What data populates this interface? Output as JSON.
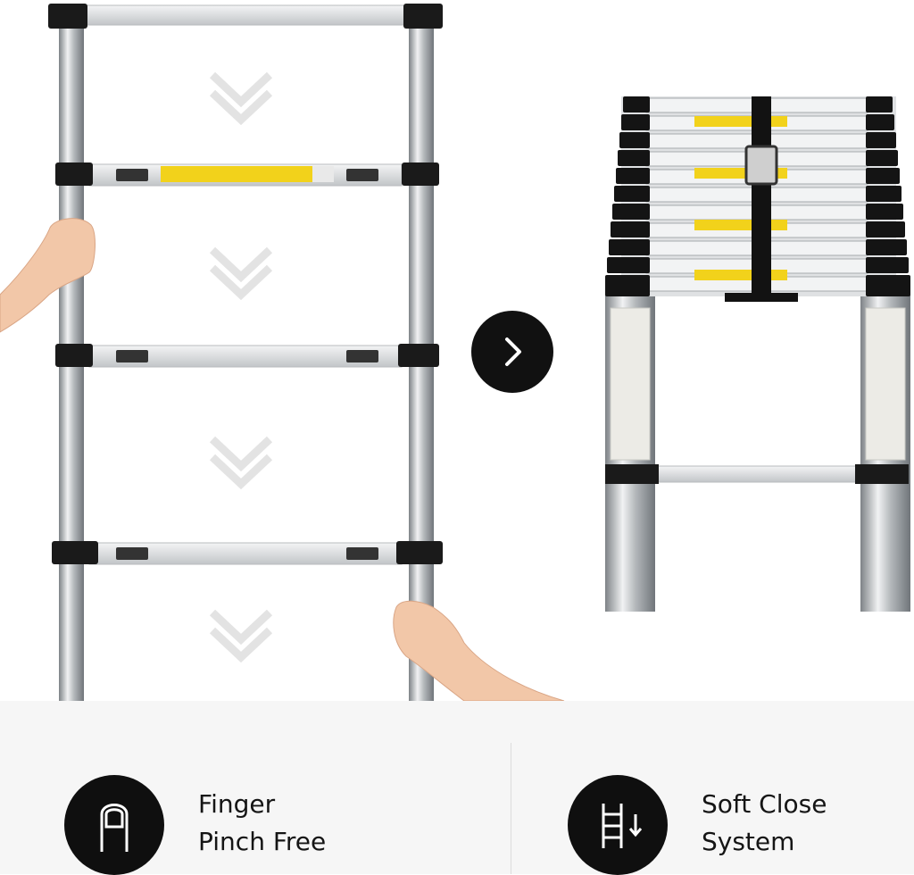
{
  "features": [
    {
      "icon": "finger-icon",
      "line1": "Finger",
      "line2": "Pinch Free"
    },
    {
      "icon": "ladder-down-icon",
      "line1": "Soft Close",
      "line2": "System"
    }
  ],
  "navigation": {
    "icon": "chevron-right-icon"
  },
  "colors": {
    "background": "#ffffff",
    "bar": "#d8dadc",
    "accent": "#f2d21b",
    "dark": "#111111"
  }
}
